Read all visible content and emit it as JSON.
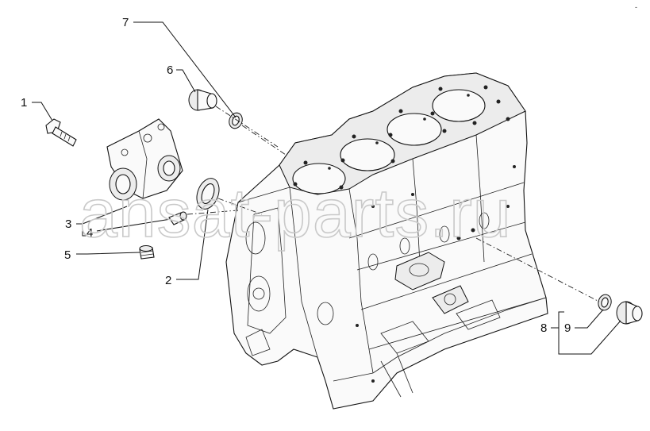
{
  "diagram": {
    "watermark": "ansat-parts.ru",
    "corner_mark": "- ",
    "callouts": [
      {
        "id": "1",
        "label": "1"
      },
      {
        "id": "2",
        "label": "2"
      },
      {
        "id": "3",
        "label": "3"
      },
      {
        "id": "4",
        "label": "4"
      },
      {
        "id": "5",
        "label": "5"
      },
      {
        "id": "6",
        "label": "6"
      },
      {
        "id": "7",
        "label": "7"
      },
      {
        "id": "8",
        "label": "8"
      },
      {
        "id": "9",
        "label": "9"
      }
    ]
  }
}
